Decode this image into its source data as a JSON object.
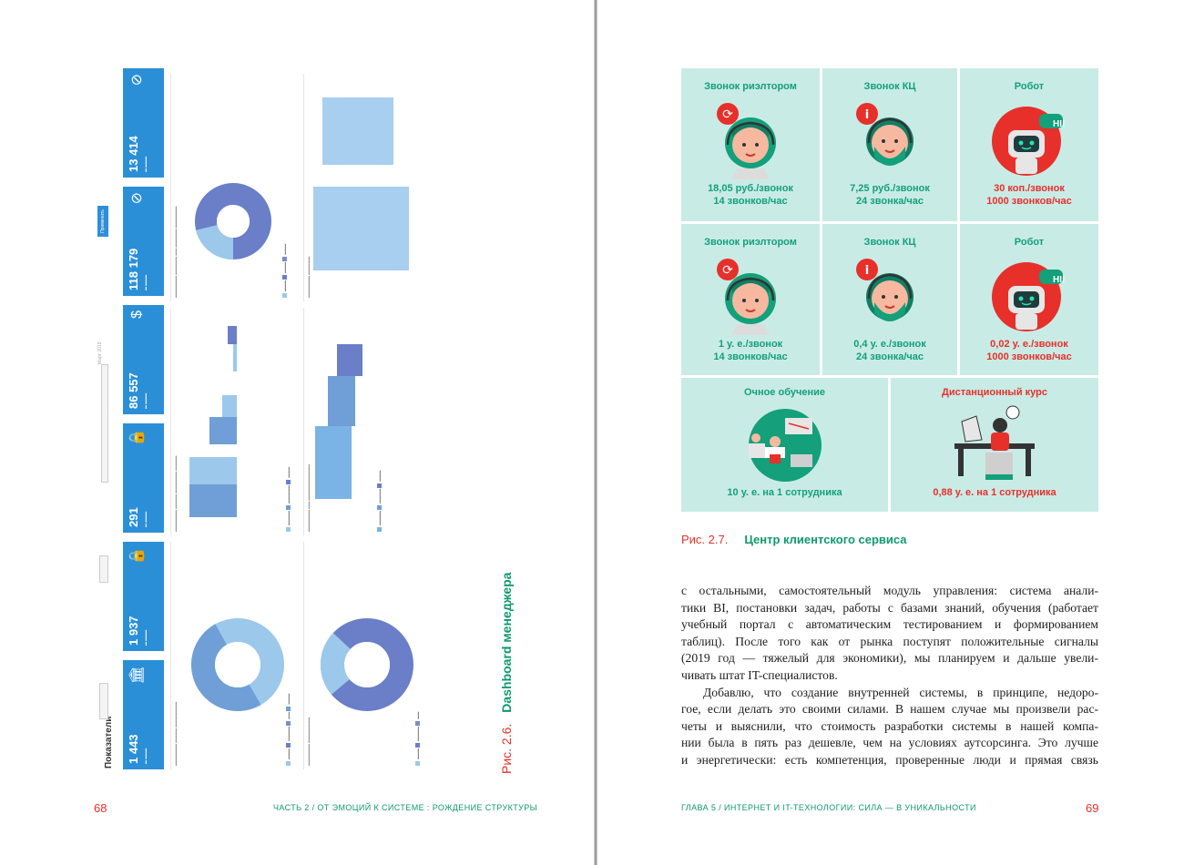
{
  "left_page": {
    "page_number": "68",
    "running_head": "ЧАСТЬ 2 / ОТ ЭМОЦИЙ К СИСТЕМЕ : РОЖДЕНИЕ СТРУКТУРЫ",
    "figure": {
      "number": "Рис. 2.6.",
      "title": "Dashboard менеджера"
    },
    "dashboard": {
      "toolbar_title": "Показатели",
      "toolbar_button": "Применить",
      "toolbar_date": "Март 2019",
      "kpis": [
        {
          "value": "1 443",
          "icon": "bank-icon"
        },
        {
          "value": "1 937",
          "icon": "lock-icon"
        },
        {
          "value": "291",
          "icon": "lock-icon"
        },
        {
          "value": "86 557",
          "icon": "dollar-icon"
        },
        {
          "value": "118 179",
          "icon": "no-visibility-icon"
        },
        {
          "value": "13 414",
          "icon": "no-visibility-icon"
        }
      ],
      "colors": {
        "kpi_bg": "#2b8fd8",
        "light_blue": "#9cc8ec",
        "mid_blue": "#6f9fd6",
        "dark_blue": "#6a7fc7",
        "slate": "#7b8cc9"
      }
    }
  },
  "right_page": {
    "page_number": "69",
    "running_head": "ГЛАВА 5 / ИНТЕРНЕТ И IT-ТЕХНОЛОГИИ: СИЛА — В УНИКАЛЬНОСТИ",
    "infographic": {
      "row1": [
        {
          "title": "Звонок риэлтором",
          "line1": "18,05 руб./звонок",
          "line2": "14 звонков/час",
          "icon": "female-operator-icon"
        },
        {
          "title": "Звонок КЦ",
          "line1": "7,25 руб./звонок",
          "line2": "24 звонка/час",
          "icon": "male-operator-icon"
        },
        {
          "title": "Робот",
          "line1": "30 коп./звонок",
          "line2": "1000 звонков/час",
          "icon": "robot-icon"
        }
      ],
      "row2": [
        {
          "title": "Звонок риэлтором",
          "line1": "1 у. е./звонок",
          "line2": "14 звонков/час",
          "icon": "female-operator-icon"
        },
        {
          "title": "Звонок КЦ",
          "line1": "0,4 у. е./звонок",
          "line2": "24 звонка/час",
          "icon": "male-operator-icon"
        },
        {
          "title": "Робот",
          "line1": "0,02 у. е./звонок",
          "line2": "1000 звонков/час",
          "icon": "robot-icon"
        }
      ],
      "row3": [
        {
          "title": "Очное обучение",
          "line1": "10 у. е. на 1 сотрудника",
          "icon": "classroom-icon"
        },
        {
          "title": "Дистанционный курс",
          "line1": "0,88 у. е. на 1 сотрудника",
          "icon": "remote-learning-icon"
        }
      ],
      "robot_bubble": "HI!",
      "colors": {
        "teal_bg": "#c9ebe6",
        "green": "#13a07a",
        "red": "#e7302a"
      }
    },
    "figure": {
      "number": "Рис. 2.7.",
      "title": "Центр клиентского сервиса"
    },
    "body_lines": [
      "с остальными, самостоятельный модуль управления: система анали-",
      "тики BI, постановки задач, работы с базами знаний, обучения (работает",
      "учебный портал с автоматическим тестированием и формированием",
      "таблиц). После того как от рынка поступят положительные сигналы",
      "(2019 год — тяжелый для экономики), мы планируем и дальше увели-",
      "чивать штат IT-специалистов.",
      "Добавлю, что создание внутренней системы, в принципе, недоро-",
      "гое, если делать это своими силами. В нашем случае мы произвели рас-",
      "четы и выяснили, что стоимость разработки системы в нашей компа-",
      "нии была в пять раз дешевле, чем на условиях аутсорсинга. Это лучше",
      "и энергетически: есть компетенция, проверенные люди и прямая связь"
    ]
  }
}
